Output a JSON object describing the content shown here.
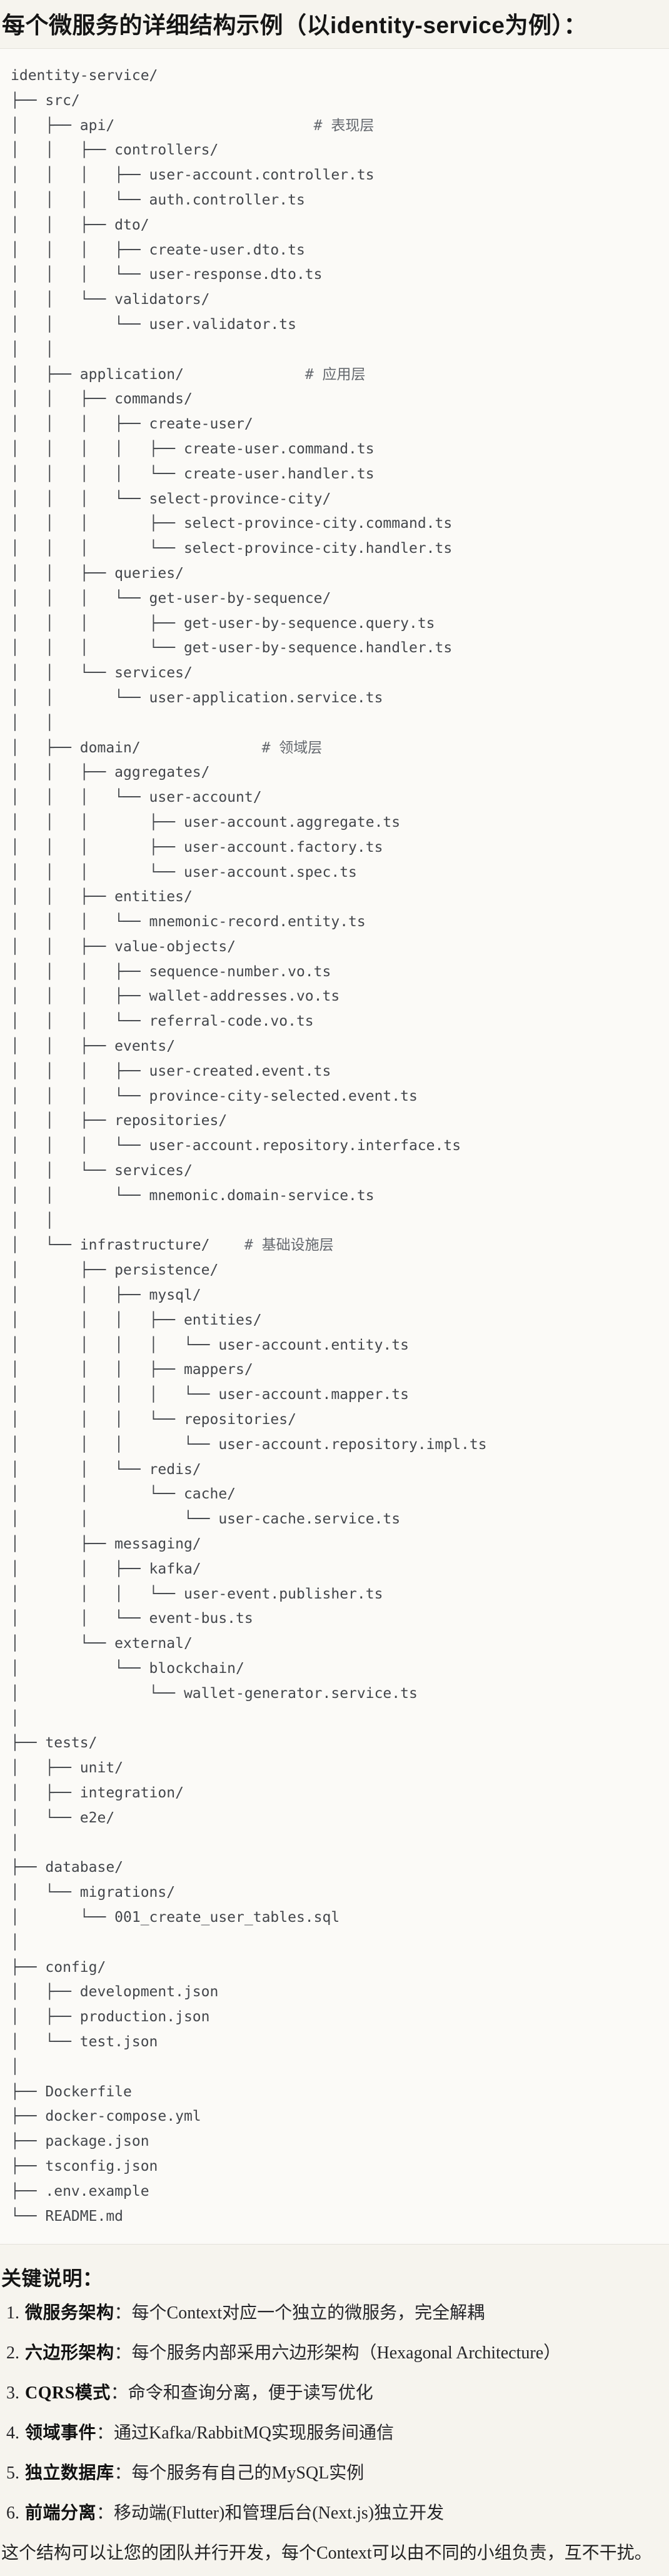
{
  "title": "每个微服务的详细结构示例（以identity-service为例）：",
  "tree": {
    "lines": [
      "identity-service/",
      "├── src/",
      "│   ├── api/                       # 表现层",
      "│   │   ├── controllers/",
      "│   │   │   ├── user-account.controller.ts",
      "│   │   │   └── auth.controller.ts",
      "│   │   ├── dto/",
      "│   │   │   ├── create-user.dto.ts",
      "│   │   │   └── user-response.dto.ts",
      "│   │   └── validators/",
      "│   │       └── user.validator.ts",
      "│   │",
      "│   ├── application/              # 应用层",
      "│   │   ├── commands/",
      "│   │   │   ├── create-user/",
      "│   │   │   │   ├── create-user.command.ts",
      "│   │   │   │   └── create-user.handler.ts",
      "│   │   │   └── select-province-city/",
      "│   │   │       ├── select-province-city.command.ts",
      "│   │   │       └── select-province-city.handler.ts",
      "│   │   ├── queries/",
      "│   │   │   └── get-user-by-sequence/",
      "│   │   │       ├── get-user-by-sequence.query.ts",
      "│   │   │       └── get-user-by-sequence.handler.ts",
      "│   │   └── services/",
      "│   │       └── user-application.service.ts",
      "│   │",
      "│   ├── domain/              # 领域层",
      "│   │   ├── aggregates/",
      "│   │   │   └── user-account/",
      "│   │   │       ├── user-account.aggregate.ts",
      "│   │   │       ├── user-account.factory.ts",
      "│   │   │       └── user-account.spec.ts",
      "│   │   ├── entities/",
      "│   │   │   └── mnemonic-record.entity.ts",
      "│   │   ├── value-objects/",
      "│   │   │   ├── sequence-number.vo.ts",
      "│   │   │   ├── wallet-addresses.vo.ts",
      "│   │   │   └── referral-code.vo.ts",
      "│   │   ├── events/",
      "│   │   │   ├── user-created.event.ts",
      "│   │   │   └── province-city-selected.event.ts",
      "│   │   ├── repositories/",
      "│   │   │   └── user-account.repository.interface.ts",
      "│   │   └── services/",
      "│   │       └── mnemonic.domain-service.ts",
      "│   │",
      "│   └── infrastructure/    # 基础设施层",
      "│       ├── persistence/",
      "│       │   ├── mysql/",
      "│       │   │   ├── entities/",
      "│       │   │   │   └── user-account.entity.ts",
      "│       │   │   ├── mappers/",
      "│       │   │   │   └── user-account.mapper.ts",
      "│       │   │   └── repositories/",
      "│       │   │       └── user-account.repository.impl.ts",
      "│       │   └── redis/",
      "│       │       └── cache/",
      "│       │           └── user-cache.service.ts",
      "│       ├── messaging/",
      "│       │   ├── kafka/",
      "│       │   │   └── user-event.publisher.ts",
      "│       │   └── event-bus.ts",
      "│       └── external/",
      "│           └── blockchain/",
      "│               └── wallet-generator.service.ts",
      "│",
      "├── tests/",
      "│   ├── unit/",
      "│   ├── integration/",
      "│   └── e2e/",
      "│",
      "├── database/",
      "│   └── migrations/",
      "│       └── 001_create_user_tables.sql",
      "│",
      "├── config/",
      "│   ├── development.json",
      "│   ├── production.json",
      "│   └── test.json",
      "│",
      "├── Dockerfile",
      "├── docker-compose.yml",
      "├── package.json",
      "├── tsconfig.json",
      "├── .env.example",
      "└── README.md"
    ]
  },
  "notes": {
    "heading": "关键说明：",
    "items": [
      {
        "num": "1.",
        "term": "微服务架构",
        "rest": "：每个Context对应一个独立的微服务，完全解耦"
      },
      {
        "num": "2.",
        "term": "六边形架构",
        "rest": "：每个服务内部采用六边形架构（Hexagonal Architecture）"
      },
      {
        "num": "3.",
        "term": "CQRS模式",
        "rest": "：命令和查询分离，便于读写优化"
      },
      {
        "num": "4.",
        "term": "领域事件",
        "rest": "：通过Kafka/RabbitMQ实现服务间通信"
      },
      {
        "num": "5.",
        "term": "独立数据库",
        "rest": "：每个服务有自己的MySQL实例"
      },
      {
        "num": "6.",
        "term": "前端分离",
        "rest": "：移动端(Flutter)和管理后台(Next.js)独立开发"
      }
    ]
  },
  "closing": "这个结构可以让您的团队并行开发，每个Context可以由不同的小组负责，互不干扰。",
  "appearance": {
    "page_background": "#f6f4ee",
    "code_background": "#fbfaf7",
    "code_border": "#e4e2db",
    "code_text": "#43464b",
    "code_comment": "#64686e",
    "heading_text": "#151515"
  }
}
